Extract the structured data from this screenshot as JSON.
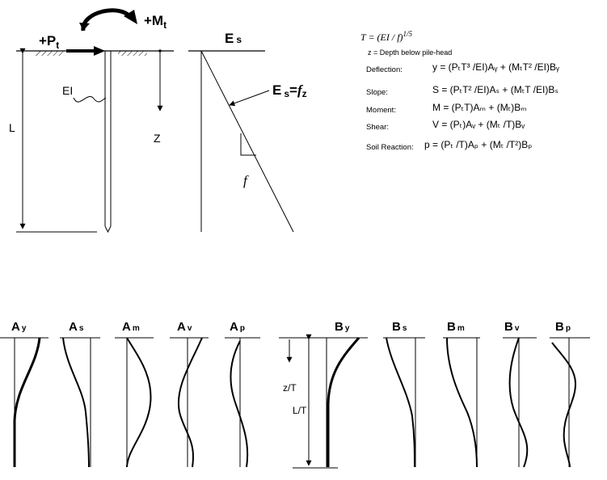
{
  "top": {
    "moment_label": {
      "main": "+M",
      "sub": "t"
    },
    "force_label": {
      "main": "+P",
      "sub": "t"
    },
    "stiffness_label": "EI",
    "length_label": "L",
    "depth_label": "Z",
    "soil_modulus_label": {
      "main": "E",
      "sub": "s"
    },
    "soil_modulus_eq": {
      "main": "E",
      "sub": "s",
      "rest": "=",
      "f": "f",
      "z": "z"
    },
    "slope_label": "f"
  },
  "equations": {
    "T_def": "T = (EI / f)",
    "T_exp": "1/5",
    "z_def": "z = Depth below pile-head",
    "rows": [
      {
        "name": "Deflection:",
        "formula": "y = (PₜT³ /EI)Aᵧ + (MₜT² /EI)Bᵧ"
      },
      {
        "name": "Slope:",
        "formula": "S = (PₜT² /EI)Aₛ + (MₜT /EI)Bₛ"
      },
      {
        "name": "Moment:",
        "formula": "M = (PₜT)Aₘ + (Mₜ)Bₘ"
      },
      {
        "name": "Shear:",
        "formula": "V = (Pₜ)Aᵥ + (Mₜ /T)Bᵥ"
      },
      {
        "name": "Soil Reaction:",
        "formula": "p = (Pₜ /T)Aₚ + (Mₜ /T²)Bₚ"
      }
    ]
  },
  "bottom": {
    "curves": [
      {
        "letter": "A",
        "sub": "y"
      },
      {
        "letter": "A",
        "sub": "s"
      },
      {
        "letter": "A",
        "sub": "m"
      },
      {
        "letter": "A",
        "sub": "v"
      },
      {
        "letter": "A",
        "sub": "p"
      },
      {
        "letter": "B",
        "sub": "y"
      },
      {
        "letter": "B",
        "sub": "s"
      },
      {
        "letter": "B",
        "sub": "m"
      },
      {
        "letter": "B",
        "sub": "v"
      },
      {
        "letter": "B",
        "sub": "p"
      }
    ],
    "zT_label": "z/T",
    "LT_label": "L/T"
  }
}
